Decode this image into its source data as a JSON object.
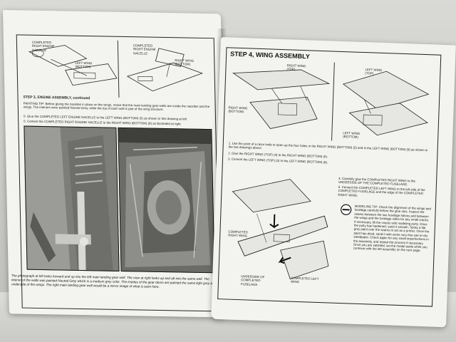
{
  "left_page": {
    "step3_heading": "STEP 3, ENGINE ASSEMBLY, continued",
    "callouts": [
      "COMPLETED RIGHT ENGINE NACELLE",
      "LEFT WING (BOTTOM)",
      "COMPLETED RIGHT ENGINE NACELLE",
      "RIGHT WING (BOTTOM)"
    ],
    "painting_tip": "PAINTING TIP: Before gluing the nacelles in place on the wings, notice that the main landing gear wells are inside the nacelles and the wings. The interiors were painted Neutral Grey, while the top of each well is part of the wing structure.",
    "instruction_5": "5. Glue the COMPLETED LEFT ENGINE NACELLE to the LEFT WING (BOTTOM) (5) as shown in this drawing at left.",
    "instruction_6": "6. Cement the COMPLETED RIGHT ENGINE NACELLE to the RIGHT WING (BOTTOM) (8) as illustrated at right.",
    "photo_caption": "The photograph at left looks forward and up into the left main landing gear well. The view at right looks up and aft into the same well. The interior of the walls was painted Neutral Grey which is a medium grey color. The insides of the gear doors are painted the same light grey as the underside of the wings. The right main landing gear well would be a mirror image of what is seen here."
  },
  "right_page": {
    "heading": "STEP 4, WING ASSEMBLY",
    "callouts": [
      "RIGHT WING (TOP)",
      "RIGHT WING (BOTTOM)",
      "LEFT WING (TOP)",
      "LEFT WING (BOTTOM)",
      "COMPLETED RIGHT WING",
      "UNDERSIDE OF COMPLETED FUSELAGE",
      "COMPLETED LEFT WING"
    ],
    "instruction_1": "1. Use the point of a razor knife to open up the four holes in the RIGHT WING (BOTTOM) (5) and in the LEFT WING (BOTTOM) (8) as shown in the two drawings above.",
    "instruction_2": "2. Glue the RIGHT WING (TOP) (4) to the RIGHT WING (BOTTOM) (5).",
    "instruction_3": "3. Cement the LEFT WING (TOP) (3) to the LEFT WING (BOTTOM) (8).",
    "instruction_4": "4. Carefully glue the COMPLETED RIGHT WING to the UNDERSIDE OF THE COMPLETED FUSELAGE.",
    "instruction_5": "5. Cement the COMPLETED LEFT WING to the left side of the COMPLETED FUSELAGE and the edge of the COMPLETED RIGHT WING.",
    "modeling_tip": "MODELING TIP: Check the alignment of the wings and fuselage carefully before the glue sets. Inspect the seams between the two fuselage halves and between the wings and the fuselage sides for any small cracks. If necessary, fill the cracks with modeling putty. Once the putty has hardened, sand it smooth. Spray a flat grey paint over the seams to act as a primer. Once the paint has dried, sand it with some very fine wet-or-dry sandpaper. Check again for any small imperfections in the assembly, and repeat the process if necessary. Once you are satisfied, set the model aside while you continue with the left assembly on the next page."
  }
}
